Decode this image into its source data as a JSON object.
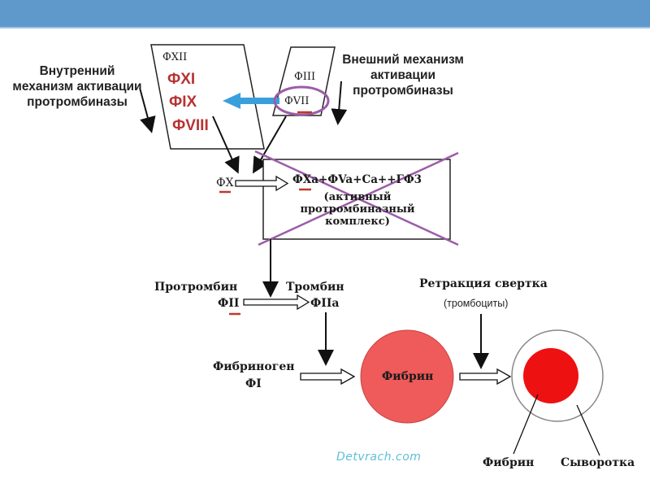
{
  "intrinsic": {
    "title": "Внутренний механизм активации протромбиназы",
    "f12": "ФXII",
    "f11": "ФXI",
    "f9": "ФIX",
    "f8": "ФVIII"
  },
  "extrinsic": {
    "title": "Внешний механизм активации протромбиназы",
    "f3": "ФIII",
    "f7": "ФVII"
  },
  "fx": "ФX",
  "complex": {
    "formula": "ФXa+ФVa+Ca++ГФ3",
    "note": "(активный протромбиназный комплекс)"
  },
  "prothrombin": {
    "name": "Протромбин",
    "code": "ФII"
  },
  "thrombin": {
    "name": "Тромбин",
    "code": "ФIIa"
  },
  "retraction": {
    "title": "Ретракция свертка",
    "sub": "(тромбоциты)"
  },
  "fibrinogen": {
    "name": "Фибриноген",
    "code": "ФI"
  },
  "fibrin_center": "Фибрин",
  "fibrin_bottom": "Фибрин",
  "serum": "Сыворотка",
  "watermark": "Detvrach.com",
  "colors": {
    "topbar": "#5f99cc",
    "cross": "#9c5ca8",
    "fibrin": "#ef5a5a",
    "clot": "#ee1111"
  }
}
